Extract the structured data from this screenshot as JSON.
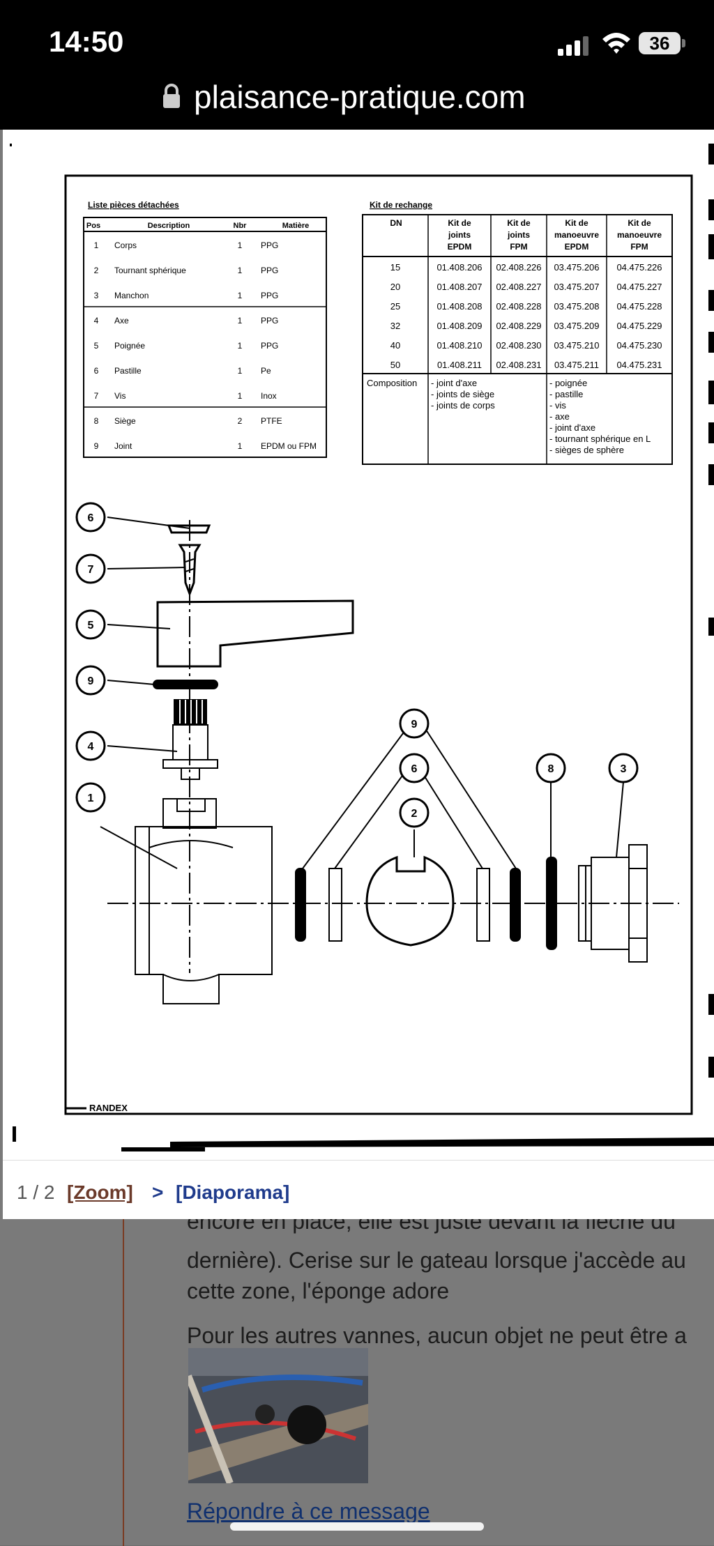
{
  "status": {
    "time": "14:50",
    "battery": "36"
  },
  "browser": {
    "url": "plaisance-pratique.com"
  },
  "doc": {
    "parts_title": "Liste pièces détachées",
    "parts_headers": [
      "Pos",
      "Description",
      "Nbr",
      "Matière"
    ],
    "parts_rows": [
      [
        "1",
        "Corps",
        "1",
        "PPG"
      ],
      [
        "2",
        "Tournant sphérique",
        "1",
        "PPG"
      ],
      [
        "3",
        "Manchon",
        "1",
        "PPG"
      ],
      [
        "4",
        "Axe",
        "1",
        "PPG"
      ],
      [
        "5",
        "Poignée",
        "1",
        "PPG"
      ],
      [
        "6",
        "Pastille",
        "1",
        "Pe"
      ],
      [
        "7",
        "Vis",
        "1",
        "Inox"
      ],
      [
        "8",
        "Siège",
        "2",
        "PTFE"
      ],
      [
        "9",
        "Joint",
        "1",
        "EPDM ou FPM"
      ]
    ],
    "kit_title": "Kit de rechange",
    "kit_headers": {
      "dn": "DN",
      "col1": [
        "Kit de",
        "joints",
        "EPDM"
      ],
      "col2": [
        "Kit de",
        "joints",
        "FPM"
      ],
      "col3": [
        "Kit de",
        "manoeuvre",
        "EPDM"
      ],
      "col4": [
        "Kit de",
        "manoeuvre",
        "FPM"
      ]
    },
    "kit_rows": [
      [
        "15",
        "01.408.206",
        "02.408.226",
        "03.475.206",
        "04.475.226"
      ],
      [
        "20",
        "01.408.207",
        "02.408.227",
        "03.475.207",
        "04.475.227"
      ],
      [
        "25",
        "01.408.208",
        "02.408.228",
        "03.475.208",
        "04.475.228"
      ],
      [
        "32",
        "01.408.209",
        "02.408.229",
        "03.475.209",
        "04.475.229"
      ],
      [
        "40",
        "01.408.210",
        "02.408.230",
        "03.475.210",
        "04.475.230"
      ],
      [
        "50",
        "01.408.211",
        "02.408.231",
        "03.475.211",
        "04.475.231"
      ]
    ],
    "composition_label": "Composition",
    "composition_joints": [
      "- joint d'axe",
      "- joints de siège",
      "- joints de corps"
    ],
    "composition_manoeuvre": [
      "- poignée",
      "- pastille",
      "- vis",
      "- axe",
      "- joint d'axe",
      "- tournant sphérique en L",
      "- sièges de sphère"
    ],
    "callouts": [
      "6",
      "7",
      "5",
      "9",
      "4",
      "1",
      "9",
      "6",
      "2",
      "8",
      "3"
    ],
    "footer_brand": "RANDEX"
  },
  "lightbox": {
    "pager": "1 / 2",
    "zoom": "[Zoom]",
    "arrow": ">",
    "diaporama": "[Diaporama]"
  },
  "article": {
    "line1": "encore en place, elle est juste devant la flèche du",
    "line2": "dernière). Cerise sur le gateau lorsque j'accède au",
    "line3": "cette zone, l'éponge adore",
    "line4": "Pour les autres vannes, aucun objet ne peut être a",
    "reply": "Répondre à ce message"
  }
}
